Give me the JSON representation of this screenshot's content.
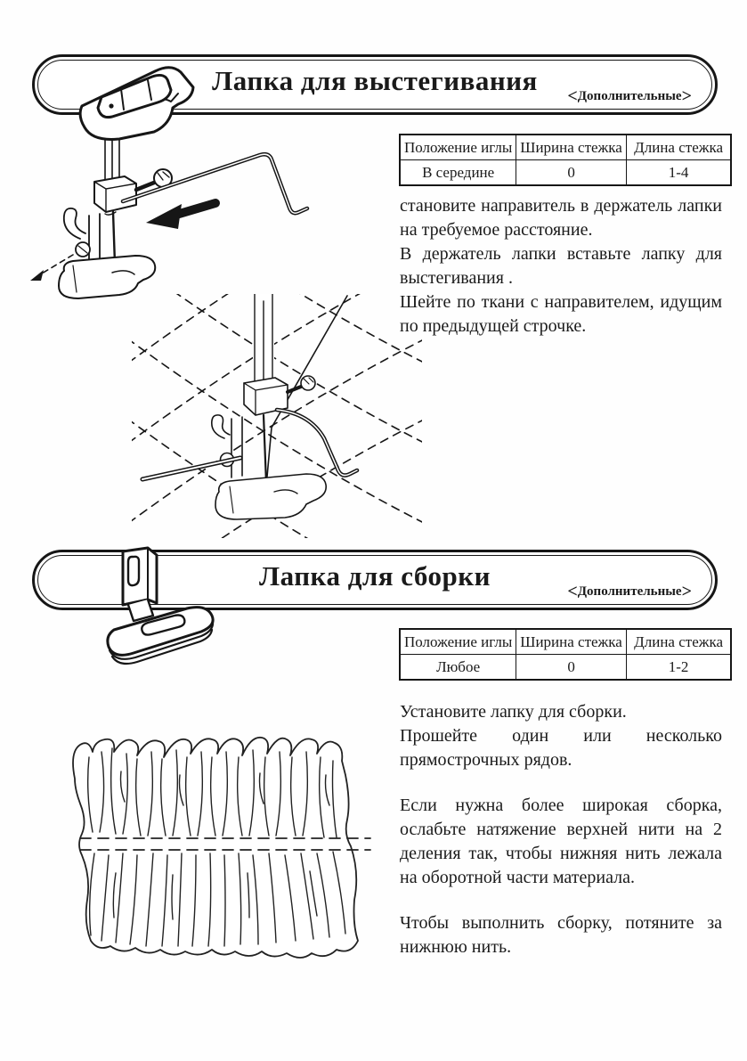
{
  "colors": {
    "ink": "#1a1a1a",
    "paper": "#ffffff"
  },
  "sections": [
    {
      "title": "Лапка для выстегивания",
      "tag": {
        "left": "<",
        "label": "Дополнительные",
        "right": ">"
      },
      "table": {
        "headers": [
          "Положение иглы",
          "Ширина стежка",
          "Длина стежка"
        ],
        "row": [
          "В середине",
          "0",
          "1-4"
        ]
      },
      "paragraphs": [
        "становите направитель в держатель лапки на требуемое расстояние.",
        "В держатель лапки вставьте лапку для выстегивания .",
        "Шейте по ткани с направителем, идущим по предыдущей строчке."
      ],
      "illustrations": [
        "zigzag-presser-foot-icon",
        "quilting-guide-insertion-drawing",
        "quilting-with-guide-drawing"
      ]
    },
    {
      "title": "Лапка для сборки",
      "tag": {
        "left": "<",
        "label": "Дополнительные",
        "right": ">"
      },
      "table": {
        "headers": [
          "Положение иглы",
          "Ширина стежка",
          "Длина стежка"
        ],
        "row": [
          "Любое",
          "0",
          "1-2"
        ]
      },
      "paragraphs": [
        "Установите лапку для сборки.",
        "Прошейте один или несколько прямострочных рядов.",
        "Если нужна более широкая сборка, ослабьте натяжение верхней нити на 2 деления так, чтобы нижняя нить лежала на оборотной части материала.",
        "Чтобы выполнить сборку, потяните за нижнюю нить."
      ],
      "illustrations": [
        "gathering-foot-icon",
        "gathered-fabric-drawing"
      ]
    }
  ]
}
